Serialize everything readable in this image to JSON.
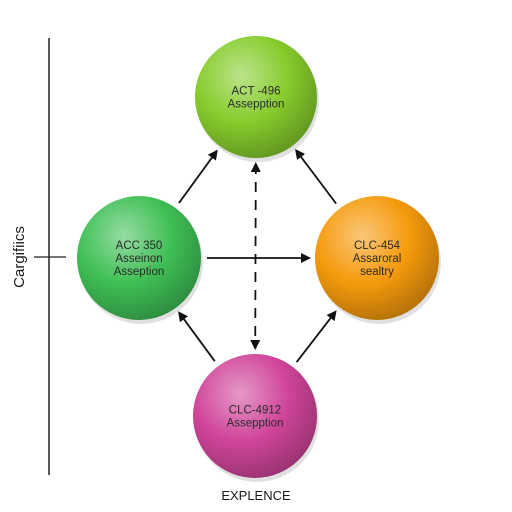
{
  "diagram": {
    "y_axis_label": "Cargifiics",
    "x_axis_label": "EXPLENCE",
    "nodes": [
      {
        "id": "top",
        "lines": [
          "ACT -496",
          "Assepption"
        ],
        "color": "#86cc2c"
      },
      {
        "id": "left",
        "lines": [
          "ACC 350",
          "Asseinon",
          "Asseption"
        ],
        "color": "#3fbf55"
      },
      {
        "id": "right",
        "lines": [
          "CLC-454",
          "Assaroral",
          "sealtry"
        ],
        "color": "#f59a0c"
      },
      {
        "id": "bottom",
        "lines": [
          "CLC-4912",
          "Assepption"
        ],
        "color": "#d0459a"
      }
    ],
    "edges": [
      {
        "from": "left",
        "to": "top",
        "style": "solid",
        "direction": "forward"
      },
      {
        "from": "top",
        "to": "right",
        "style": "solid",
        "direction": "backward"
      },
      {
        "from": "left",
        "to": "right",
        "style": "solid",
        "direction": "forward"
      },
      {
        "from": "bottom",
        "to": "left",
        "style": "solid",
        "direction": "forward"
      },
      {
        "from": "bottom",
        "to": "right",
        "style": "solid",
        "direction": "forward"
      },
      {
        "from": "top",
        "to": "bottom",
        "style": "dashed",
        "direction": "both"
      }
    ]
  }
}
